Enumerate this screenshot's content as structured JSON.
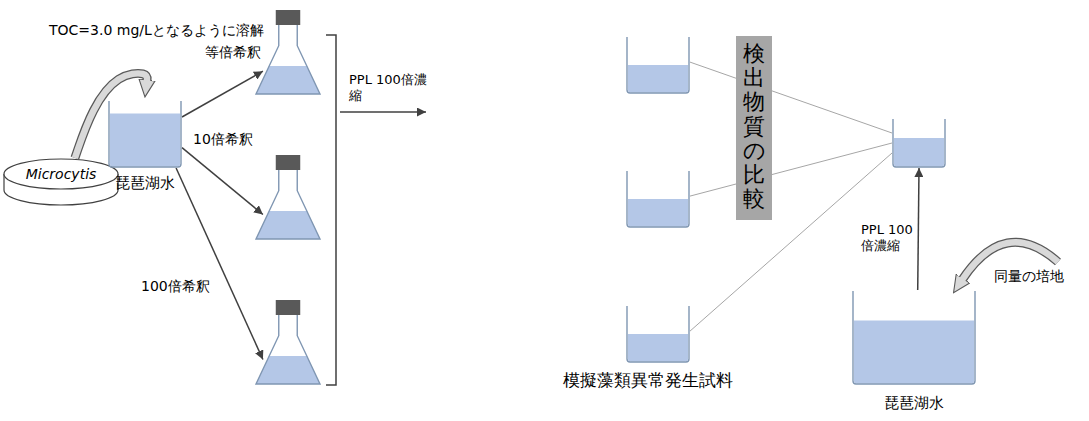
{
  "diagram": {
    "nodes": [
      {
        "text": [
          "Microcytis"
        ]
      },
      {
        "text": [
          "琵琶湖水"
        ]
      },
      {
        "text": []
      },
      {
        "text": []
      },
      {
        "text": []
      },
      {
        "text": []
      },
      {
        "text": []
      },
      {
        "text": []
      },
      {
        "text": [
          "検出物質の比較"
        ]
      },
      {
        "text": []
      },
      {
        "text": [
          "琵琶湖水"
        ]
      }
    ],
    "edges": [
      {
        "from": 0,
        "to": 1,
        "arrow": "to",
        "label": "TOC=3.0 mg/Lとなるように溶解"
      },
      {
        "from": 1,
        "to": 2,
        "arrow": "to",
        "label": "等倍希釈"
      },
      {
        "from": 1,
        "to": 3,
        "arrow": "to",
        "label": "10倍希釈"
      },
      {
        "from": 1,
        "to": 4,
        "arrow": "to",
        "label": "100倍希釈"
      },
      {
        "from": 5,
        "to": 9,
        "arrow": "none"
      },
      {
        "from": 6,
        "to": 9,
        "arrow": "none"
      },
      {
        "from": 7,
        "to": 9,
        "arrow": "none"
      },
      {
        "from": 10,
        "to": 9,
        "arrow": "to",
        "label": "PPL 100倍濃縮"
      }
    ],
    "labels": [
      "PPL 100倍濃縮",
      "模擬藻類異常発生試料",
      "同量の培地"
    ]
  }
}
